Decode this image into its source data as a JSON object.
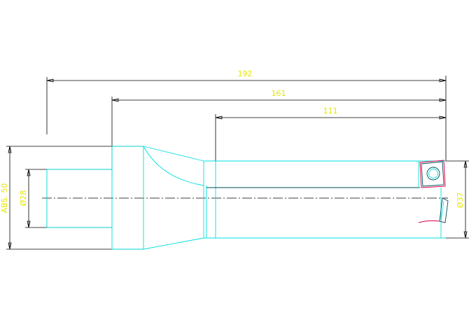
{
  "colors": {
    "background": "#ffffff",
    "dimension_line": "#000000",
    "dimension_text": "#e6e600",
    "geometry": "#00e0e0",
    "geometry_dark": "#004a55",
    "insert_outline": "#e0004a",
    "centerline": "#000000"
  },
  "dimensions": {
    "overall_length": "192",
    "shank_to_tip": "161",
    "body_length": "111",
    "shank_taper": "ABS. 50",
    "shank_diameter": "Ø28",
    "drill_diameter": "Ø37"
  }
}
